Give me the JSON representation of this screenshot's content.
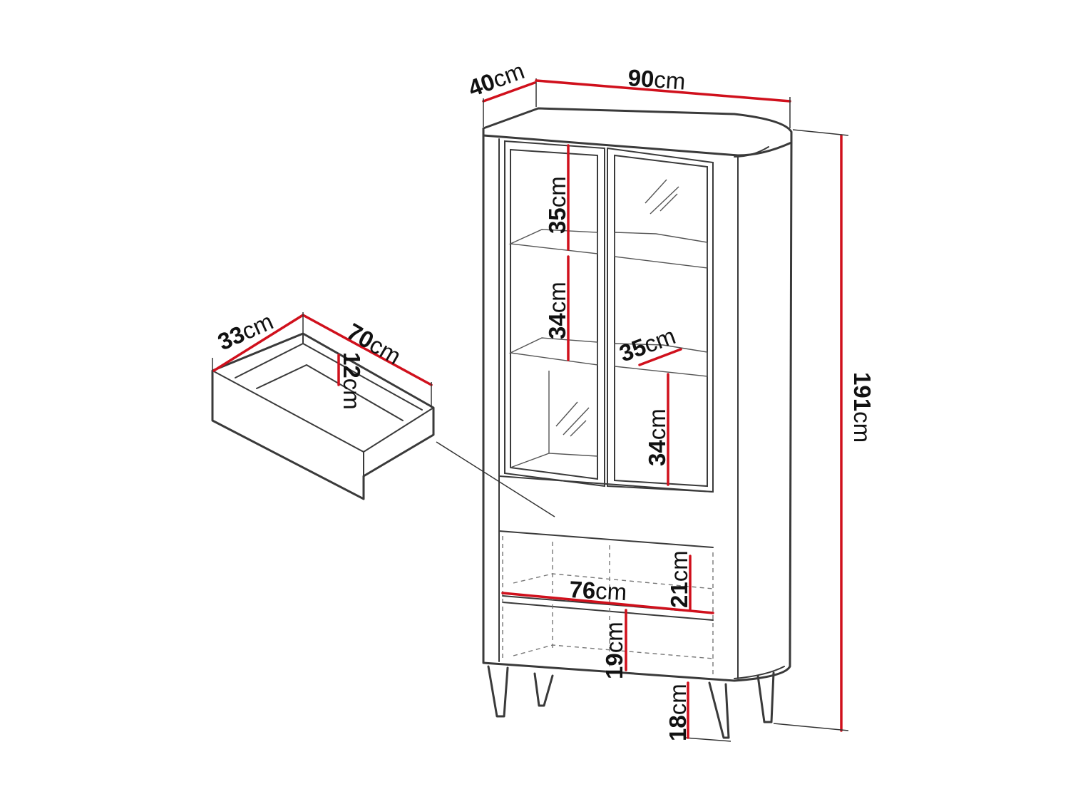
{
  "dimensions": {
    "depth": {
      "value": "40",
      "unit": "cm"
    },
    "width": {
      "value": "90",
      "unit": "cm"
    },
    "height": {
      "value": "191",
      "unit": "cm"
    },
    "shelf_top": {
      "value": "35",
      "unit": "cm"
    },
    "shelf_middle": {
      "value": "34",
      "unit": "cm"
    },
    "shelf_right": {
      "value": "34",
      "unit": "cm"
    },
    "shelf_depth": {
      "value": "35",
      "unit": "cm"
    },
    "inner_width": {
      "value": "76",
      "unit": "cm"
    },
    "open_upper": {
      "value": "21",
      "unit": "cm"
    },
    "open_lower": {
      "value": "19",
      "unit": "cm"
    },
    "legs": {
      "value": "18",
      "unit": "cm"
    },
    "drawer_depth": {
      "value": "33",
      "unit": "cm"
    },
    "drawer_width": {
      "value": "70",
      "unit": "cm"
    },
    "drawer_height": {
      "value": "12",
      "unit": "cm"
    }
  },
  "colors": {
    "dimension_line": "#d0101c",
    "outline": "#3a3a3a"
  }
}
